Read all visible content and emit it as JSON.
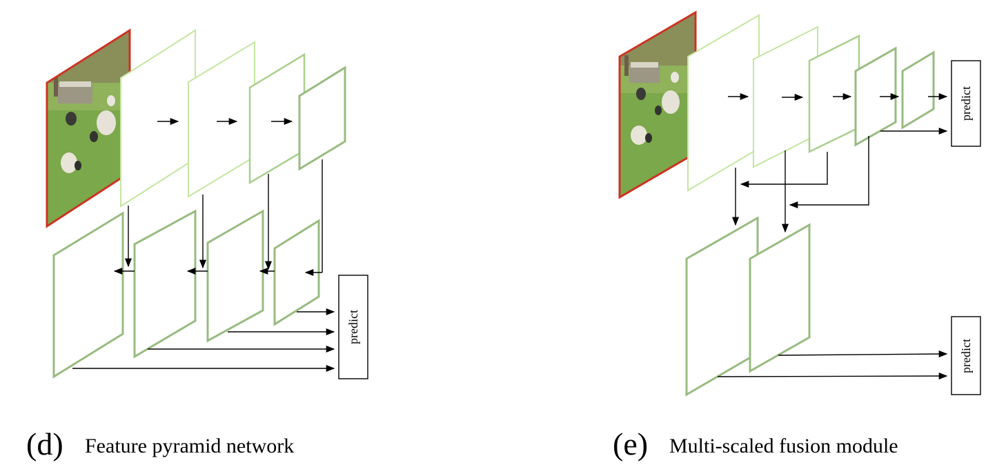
{
  "panel_d": {
    "letter": "(d)",
    "title": "Feature pyramid network",
    "predict_label": "predict"
  },
  "panel_e": {
    "letter": "(e)",
    "title": "Multi-scaled fusion module",
    "predict_label_top": "predict",
    "predict_label_bottom": "predict"
  },
  "colors": {
    "image_border": "#cc3322",
    "grass": "#7ba84a",
    "feature_light": "#c4e6a0",
    "feature_dark": "#98bb80"
  }
}
